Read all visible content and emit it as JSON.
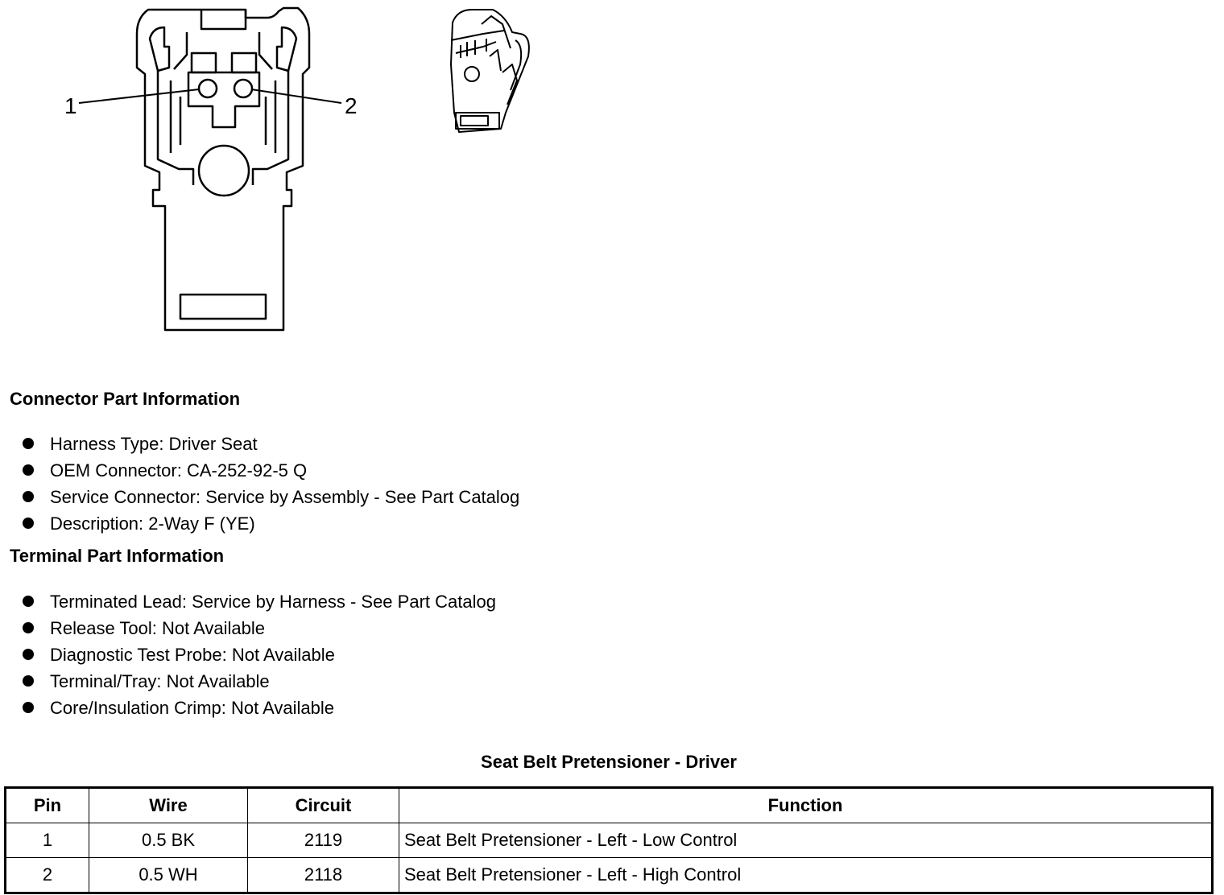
{
  "diagram": {
    "pin_label_1": "1",
    "pin_label_2": "2"
  },
  "connector_info": {
    "title": "Connector Part Information",
    "items": [
      "Harness Type: Driver Seat",
      "OEM Connector: CA-252-92-5 Q",
      "Service Connector: Service by Assembly - See Part Catalog",
      "Description: 2-Way F (YE)"
    ]
  },
  "terminal_info": {
    "title": "Terminal Part Information",
    "items": [
      "Terminated Lead: Service by Harness - See Part Catalog",
      "Release Tool: Not Available",
      "Diagnostic Test Probe: Not Available",
      "Terminal/Tray: Not Available",
      "Core/Insulation Crimp: Not Available"
    ]
  },
  "table": {
    "title": "Seat Belt Pretensioner - Driver",
    "headers": [
      "Pin",
      "Wire",
      "Circuit",
      "Function"
    ],
    "rows": [
      [
        "1",
        "0.5 BK",
        "2119",
        "Seat Belt Pretensioner - Left - Low Control"
      ],
      [
        "2",
        "0.5 WH",
        "2118",
        "Seat Belt Pretensioner - Left - High Control"
      ]
    ]
  }
}
